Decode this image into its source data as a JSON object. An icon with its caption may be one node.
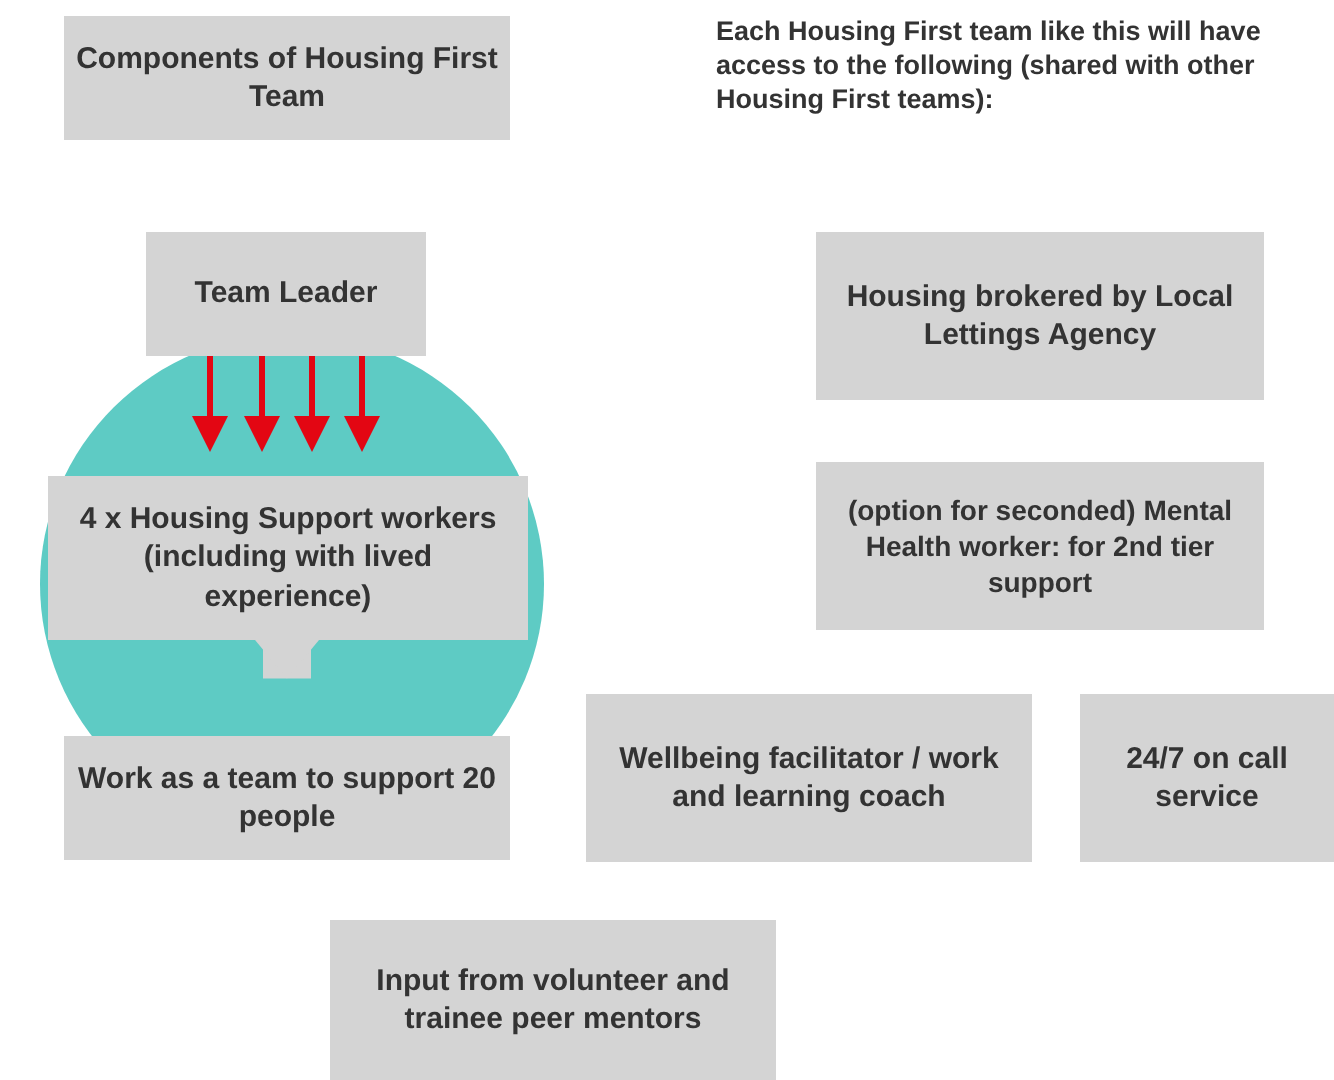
{
  "diagram": {
    "nodes": [
      {
        "text": [
          "Components of Housing First Team"
        ]
      },
      {
        "text": [
          "Team Leader"
        ]
      },
      {
        "text": [
          "4 x Housing Support workers (including with lived experience)"
        ]
      },
      {
        "text": [
          "Work as a team to support 20 people"
        ]
      },
      {
        "text": [
          "Housing brokered by Local Lettings Agency"
        ]
      },
      {
        "text": [
          "(option for seconded) Mental Health worker: for 2nd tier support"
        ]
      },
      {
        "text": [
          "Wellbeing facilitator / work and learning coach"
        ]
      },
      {
        "text": [
          "24/7 on call service"
        ]
      },
      {
        "text": [
          "Input from volunteer and trainee peer mentors"
        ]
      }
    ],
    "edges": [
      {
        "from": 1,
        "to": 2,
        "arrow": "to"
      },
      {
        "from": 1,
        "to": 2,
        "arrow": "to"
      },
      {
        "from": 1,
        "to": 2,
        "arrow": "to"
      },
      {
        "from": 1,
        "to": 2,
        "arrow": "to"
      },
      {
        "from": 2,
        "to": 3,
        "arrow": "to",
        "style": "thick",
        "color": "#d4d4d4"
      }
    ],
    "labels": [
      "Each Housing First team like this will have access to the following (shared with other Housing First teams):"
    ]
  }
}
